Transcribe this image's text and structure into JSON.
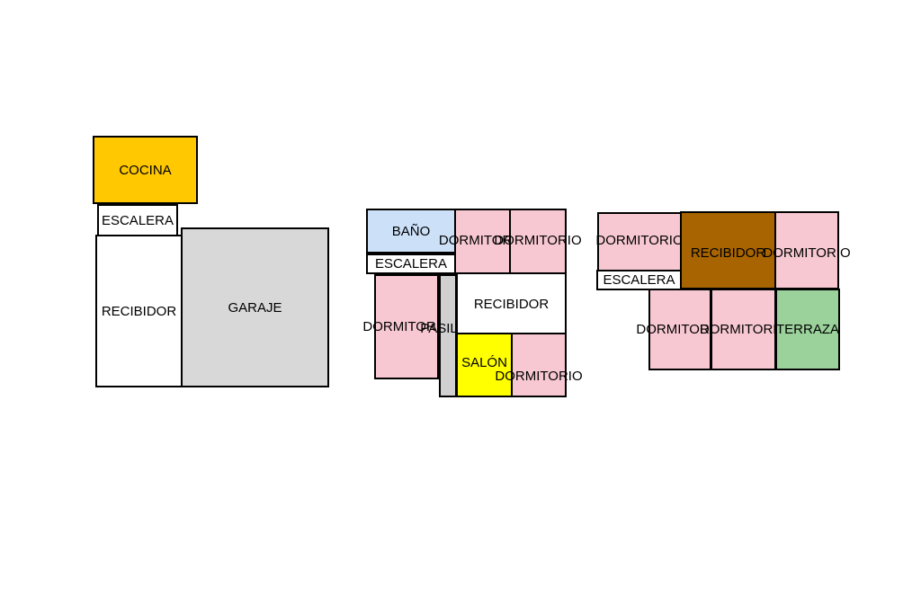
{
  "colors": {
    "kitchen": "#FFC800",
    "stairs": "#FFFFFF",
    "hall": "#FFFFFF",
    "garage": "#D8D8D8",
    "bathroom": "#CCE1F8",
    "bedroom": "#F7C8D2",
    "corridor": "#D0D0D0",
    "living_room": "#FFFF00",
    "hall_brown": "#A86400",
    "terrace": "#9BD19B",
    "border": "#000000"
  },
  "floors": [
    {
      "rooms": [
        {
          "label": "COCINA",
          "color": "kitchen"
        },
        {
          "label": "ESCALERA",
          "color": "stairs"
        },
        {
          "label": "RECIBIDOR",
          "color": "hall"
        },
        {
          "label": "GARAJE",
          "color": "garage"
        }
      ]
    },
    {
      "rooms": [
        {
          "label": "BAÑO",
          "color": "bathroom"
        },
        {
          "label": "DORMITORIO",
          "color": "bedroom"
        },
        {
          "label": "DORMITORIO",
          "color": "bedroom"
        },
        {
          "label": "ESCALERA",
          "color": "stairs"
        },
        {
          "label": "DORMITORIO",
          "color": "bedroom"
        },
        {
          "label": "PASILLO",
          "color": "corridor"
        },
        {
          "label": "RECIBIDOR",
          "color": "hall"
        },
        {
          "label": "SALÓN",
          "color": "living_room"
        },
        {
          "label": "DORMITORIO",
          "color": "bedroom"
        }
      ]
    },
    {
      "rooms": [
        {
          "label": "DORMITORIO",
          "color": "bedroom"
        },
        {
          "label": "RECIBIDOR",
          "color": "hall_brown"
        },
        {
          "label": "DORMITORIO",
          "color": "bedroom"
        },
        {
          "label": "ESCALERA",
          "color": "stairs"
        },
        {
          "label": "DORMITORIO",
          "color": "bedroom"
        },
        {
          "label": "DORMITORIO",
          "color": "bedroom"
        },
        {
          "label": "TERRAZA",
          "color": "terrace"
        }
      ]
    }
  ]
}
